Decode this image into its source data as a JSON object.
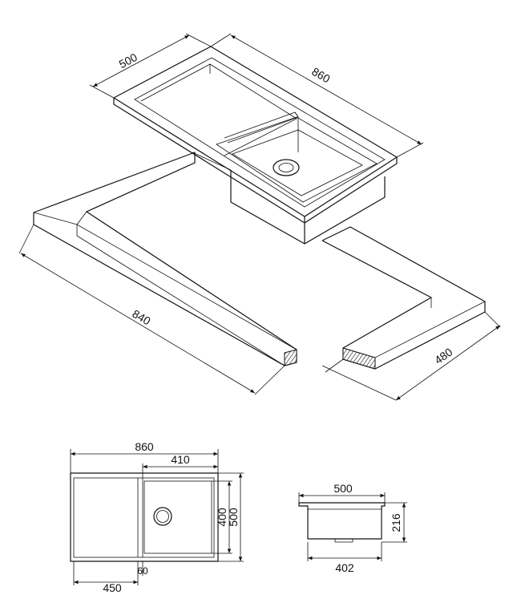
{
  "isometric": {
    "dim_sink_depth": "500",
    "dim_sink_width": "860",
    "dim_cabinet_width": "840",
    "dim_cabinet_depth": "480"
  },
  "top_view": {
    "dim_total_width": "860",
    "dim_bowl_width": "410",
    "dim_drainer_width": "450",
    "dim_gap": "60",
    "dim_bowl_depth": "400",
    "dim_total_depth": "500"
  },
  "side_view": {
    "dim_top_width": "500",
    "dim_bottom_width": "402",
    "dim_height": "216"
  }
}
